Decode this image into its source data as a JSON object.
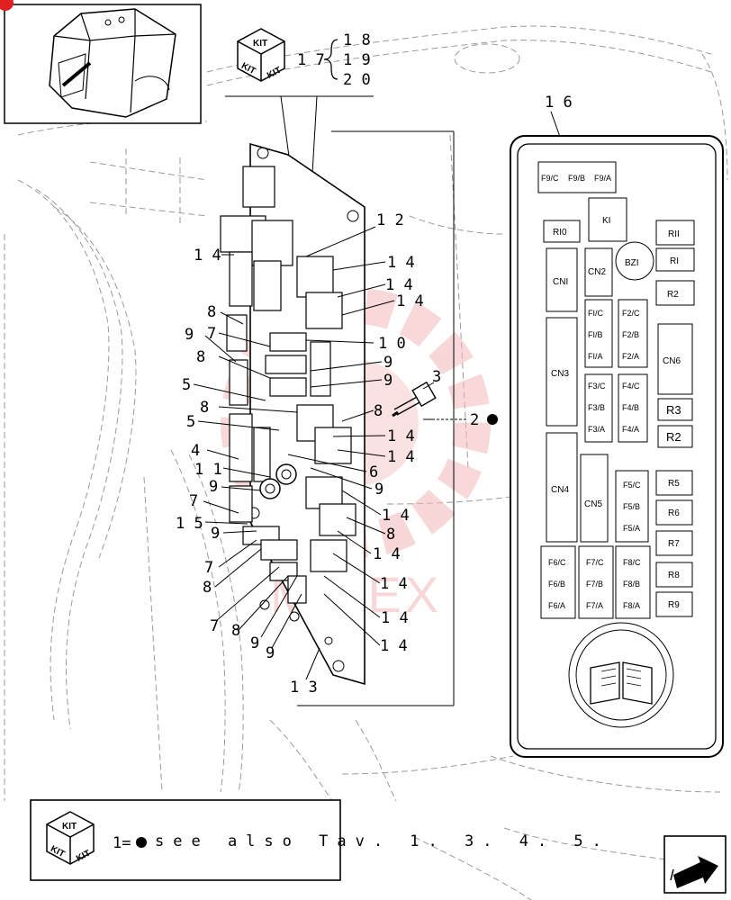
{
  "callouts": {
    "kit_ref": "1 7",
    "kit_items": [
      "1 8",
      "1 9",
      "2 0"
    ],
    "panel_ref": "1 6",
    "plate_ref": "1 3",
    "c12": "1 2",
    "c10": "1 0",
    "c3": "3",
    "c2": "2",
    "c6": "6",
    "c11": "1 1",
    "c15": "1 5",
    "n14": "1 4",
    "n9": "9",
    "n8": "8",
    "n7": "7",
    "n5": "5",
    "n4": "4"
  },
  "legend_panel": {
    "fuses_top": [
      "F9/C",
      "F9/B",
      "F9/A"
    ],
    "relay_ki": "KI",
    "relay_ri0": "RI0",
    "relay_rii": "RII",
    "relay_ri": "RI",
    "buzzer": "BZI",
    "cn1": "CNI",
    "cn2": "CN2",
    "cn3": "CN3",
    "cn4": "CN4",
    "cn5": "CN5",
    "cn6": "CN6",
    "r2_small": "R2",
    "r3": "R3",
    "r2_big": "R2",
    "fuses_f1": [
      "FI/C",
      "FI/B",
      "FI/A"
    ],
    "fuses_f2": [
      "F2/C",
      "F2/B",
      "F2/A"
    ],
    "fuses_f3": [
      "F3/C",
      "F3/B",
      "F3/A"
    ],
    "fuses_f4": [
      "F4/C",
      "F4/B",
      "F4/A"
    ],
    "fuses_f5": [
      "F5/C",
      "F5/B",
      "F5/A"
    ],
    "fuses_f6": [
      "F6/C",
      "F6/B",
      "F6/A"
    ],
    "fuses_f7": [
      "F7/C",
      "F7/B",
      "F7/A"
    ],
    "fuses_f8": [
      "F8/C",
      "F8/B",
      "F8/A"
    ],
    "relays_right": [
      "R5",
      "R6",
      "R7",
      "R8",
      "R9"
    ]
  },
  "kit_icon": {
    "top": "KIT",
    "left": "KIT",
    "right": "KIT"
  },
  "footer_note": {
    "prefix": "1=",
    "text": "see also Tav. 1. 3. 4. 5."
  },
  "watermark": "MITEX",
  "colors": {
    "line": "#000000",
    "ghost": "#777777",
    "watermark": "#f2b8b8"
  }
}
